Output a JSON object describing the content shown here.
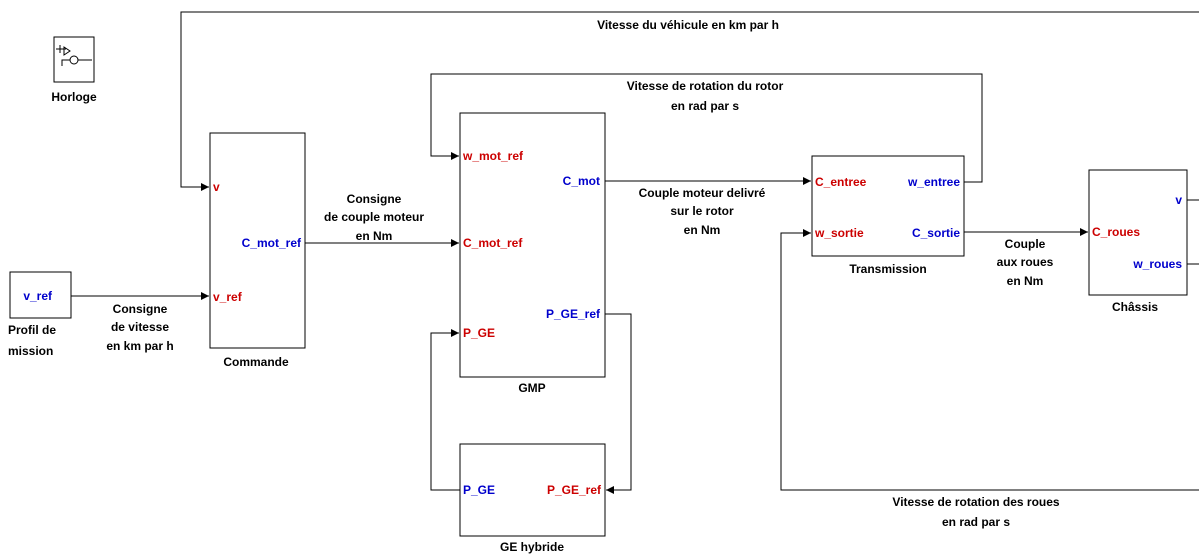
{
  "colors": {
    "input_port": "#cc0000",
    "output_port": "#0000cc",
    "wire": "#000000"
  },
  "blocks": {
    "horloge": {
      "name": "Horloge",
      "icon": "clock-icon"
    },
    "profil": {
      "name_line1": "Profil de",
      "name_line2": "mission",
      "out_port": "v_ref"
    },
    "commande": {
      "name": "Commande",
      "in_v": "v",
      "in_v_ref": "v_ref",
      "out_c_mot_ref": "C_mot_ref"
    },
    "gmp": {
      "name": "GMP",
      "in_w_mot_ref": "w_mot_ref",
      "in_c_mot_ref": "C_mot_ref",
      "in_p_ge": "P_GE",
      "out_c_mot": "C_mot",
      "out_p_ge_ref": "P_GE_ref"
    },
    "ge_hybride": {
      "name": "GE hybride",
      "out_p_ge": "P_GE",
      "in_p_ge_ref": "P_GE_ref"
    },
    "transmission": {
      "name": "Transmission",
      "in_c_entree": "C_entree",
      "in_w_sortie": "w_sortie",
      "out_w_entree": "w_entree",
      "out_c_sortie": "C_sortie"
    },
    "chassis": {
      "name": "Châssis",
      "in_c_roues": "C_roues",
      "out_v": "v",
      "out_w_roues": "w_roues"
    }
  },
  "signals": {
    "vitesse_vehicule": "Vitesse du véhicule en km par h",
    "vitesse_rotor_l1": "Vitesse de rotation du rotor",
    "vitesse_rotor_l2": "en rad par s",
    "consigne_couple_l1": "Consigne",
    "consigne_couple_l2": "de couple moteur",
    "consigne_couple_l3": "en Nm",
    "couple_moteur_l1": "Couple moteur delivré",
    "couple_moteur_l2": "sur le rotor",
    "couple_moteur_l3": "en Nm",
    "consigne_vitesse_l1": "Consigne",
    "consigne_vitesse_l2": "de vitesse",
    "consigne_vitesse_l3": "en km par h",
    "couple_roues_l1": "Couple",
    "couple_roues_l2": "aux roues",
    "couple_roues_l3": "en Nm",
    "vitesse_roues_l1": "Vitesse de rotation des roues",
    "vitesse_roues_l2": "en rad par s"
  }
}
